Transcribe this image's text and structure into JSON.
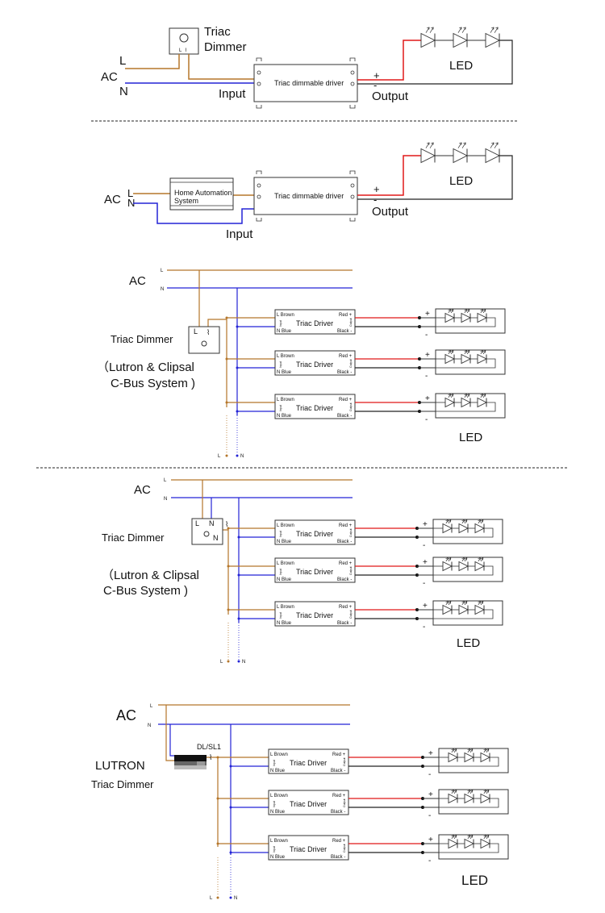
{
  "colors": {
    "live": "#b5762a",
    "neutral": "#2323d6",
    "positive": "#e01818",
    "negative": "#222222",
    "outline": "#333333"
  },
  "labels": {
    "triac_dimmer_top": [
      "Triac",
      "Dimmer"
    ],
    "triac_dimmer": "Triac Dimmer",
    "ac": "AC",
    "l": "L",
    "n": "N",
    "input": "Input",
    "output": "Output",
    "led": "LED",
    "plus": "+",
    "minus": "-",
    "triac_dimmable_driver": "Triac dimmable driver",
    "home_automation": [
      "Home Automation",
      "System"
    ],
    "lutron_clipsal": [
      "（Lutron & Clipsal",
      "C-Bus System )"
    ],
    "lutron": "LUTRON",
    "dl_sl1": "DL/SL1"
  },
  "driver_box": {
    "l_brown": "L Brown",
    "n_blue": "N Blue",
    "red_plus": "Red +",
    "black_minus": "Black -",
    "title": "Triac Driver",
    "input_tag": "Input",
    "output_tag": "Output"
  },
  "icons": [
    "triac-symbol-icon",
    "led-diode-icon",
    "dimmer-knob-icon",
    "terminal-icon"
  ]
}
